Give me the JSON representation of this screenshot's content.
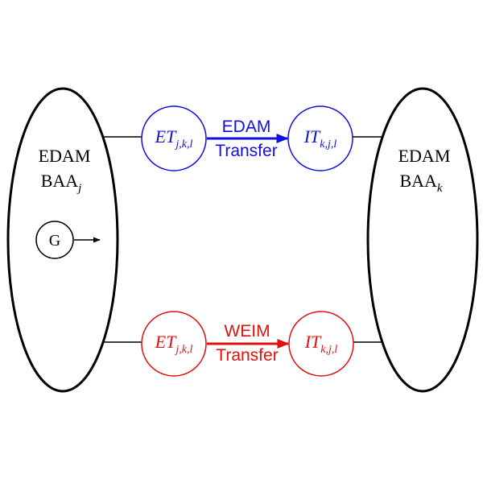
{
  "colors": {
    "stroke": "#000000",
    "edam": "#1010e0",
    "weim": "#e01010"
  },
  "left_area": {
    "line1": "EDAM",
    "base": "BAA",
    "subscript": "j"
  },
  "right_area": {
    "line1": "EDAM",
    "base": "BAA",
    "subscript": "k"
  },
  "generator": {
    "label": "G"
  },
  "edam_link": {
    "export_base": "ET",
    "export_sub": "j,k,l",
    "import_base": "IT",
    "import_sub": "k,j,l",
    "label_top": "EDAM",
    "label_bottom": "Transfer"
  },
  "weim_link": {
    "export_base": "ET",
    "export_sub": "j,k,l",
    "import_base": "IT",
    "import_sub": "k,j,l",
    "label_top": "WEIM",
    "label_bottom": "Transfer"
  }
}
